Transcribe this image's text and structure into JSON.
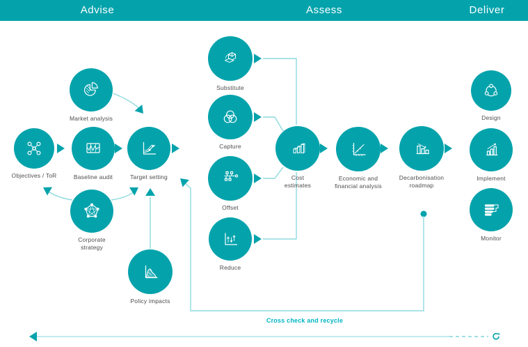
{
  "header": {
    "phases": [
      {
        "label": "Advise"
      },
      {
        "label": "Assess"
      },
      {
        "label": "Deliver"
      }
    ]
  },
  "nodes": [
    {
      "id": "objectives-tor",
      "label": "Objectives / ToR",
      "icon": "network-icon"
    },
    {
      "id": "market-analysis",
      "label": "Market analysis",
      "icon": "pie-chart-icon"
    },
    {
      "id": "baseline-audit",
      "label": "Baseline audit",
      "icon": "waveform-icon"
    },
    {
      "id": "target-setting",
      "label": "Target setting",
      "icon": "line-chart-icon"
    },
    {
      "id": "corporate-strategy",
      "label": "Corporate strategy",
      "icon": "pentagon-star-icon"
    },
    {
      "id": "policy-impacts",
      "label": "Policy impacts",
      "icon": "distribution-curve-icon"
    },
    {
      "id": "substitute",
      "label": "Substitute",
      "icon": "cubes-icon"
    },
    {
      "id": "capture",
      "label": "Capture",
      "icon": "venn-circles-icon"
    },
    {
      "id": "offset",
      "label": "Offset",
      "icon": "org-tree-icon"
    },
    {
      "id": "reduce",
      "label": "Reduce",
      "icon": "arrows-axis-icon"
    },
    {
      "id": "cost-estimates",
      "label": "Cost estimates",
      "icon": "bar-chart-3d-icon"
    },
    {
      "id": "economic-financial",
      "label": "Economic and financial analysis",
      "icon": "trend-graph-icon"
    },
    {
      "id": "decarbonisation",
      "label": "Decarbonisation roadmap",
      "icon": "declining-bars-icon"
    },
    {
      "id": "design",
      "label": "Design",
      "icon": "cycle-icon"
    },
    {
      "id": "implement",
      "label": "Implement",
      "icon": "rising-bars-icon"
    },
    {
      "id": "monitor",
      "label": "Monitor",
      "icon": "dashboard-icon"
    }
  ],
  "annotations": {
    "cross_check_label": "Cross check and recycle"
  },
  "colors": {
    "teal": "#04a3ac",
    "light_line": "#8edade",
    "pale_line": "#c2ebee",
    "accent_text": "#00b5c4",
    "label_text": "#4d4d4d"
  }
}
